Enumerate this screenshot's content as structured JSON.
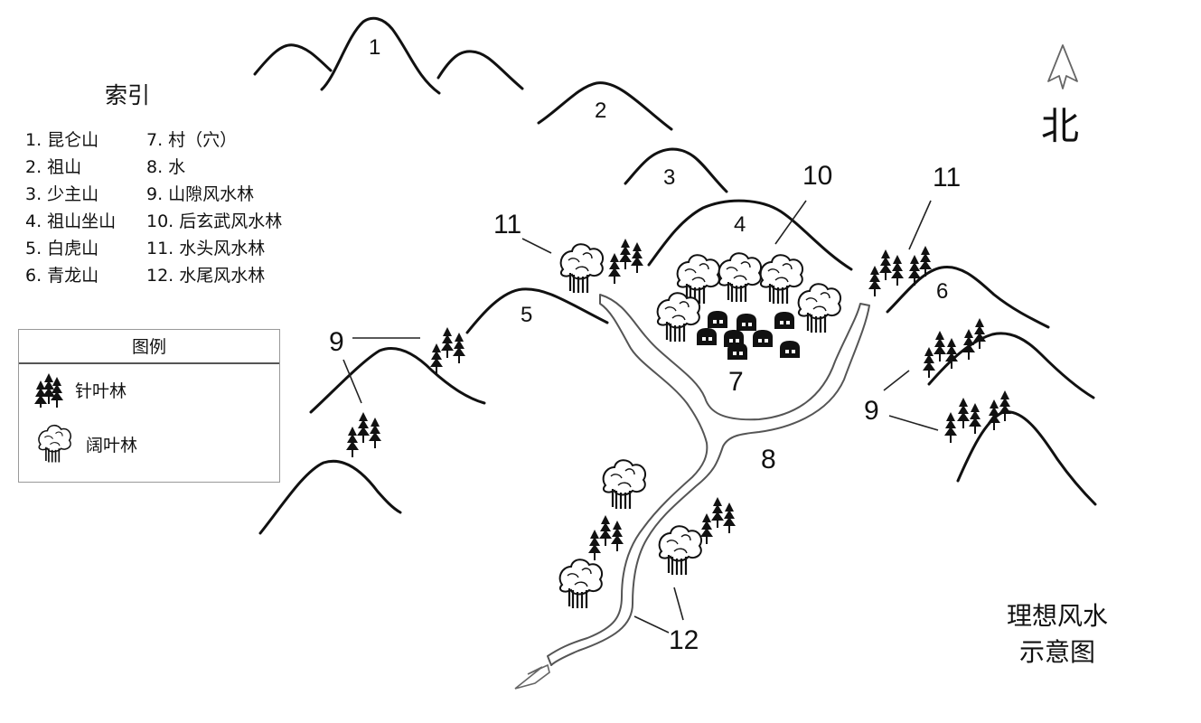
{
  "index": {
    "title": "索引",
    "items_left": [
      "1. 昆仑山",
      "2. 祖山",
      "3. 少主山",
      "4. 祖山坐山",
      "5. 白虎山",
      "6. 青龙山"
    ],
    "items_right": [
      "7. 村（穴）",
      "8. 水",
      "9. 山隙风水林",
      "10. 后玄武风水林",
      "11. 水头风水林",
      "12. 水尾风水林"
    ]
  },
  "legend": {
    "title": "图例",
    "conifer": "针叶林",
    "broadleaf": "阔叶林"
  },
  "north": "北",
  "caption": [
    "理想风水",
    "示意图"
  ],
  "map_labels": {
    "m1": "1",
    "m2": "2",
    "m3": "3",
    "m4": "4",
    "m5": "5",
    "m6": "6",
    "m7": "7",
    "m8": "8",
    "m9_left": "9",
    "m9_right": "9",
    "m10": "10",
    "m11_left": "11",
    "m11_right": "11",
    "m12": "12"
  },
  "icons": {
    "conifer": "conifer-tree-icon",
    "broadleaf": "broadleaf-tree-icon",
    "house": "house-icon",
    "north_arrow": "north-arrow-icon",
    "flow_arrow": "flow-direction-arrow-icon"
  }
}
